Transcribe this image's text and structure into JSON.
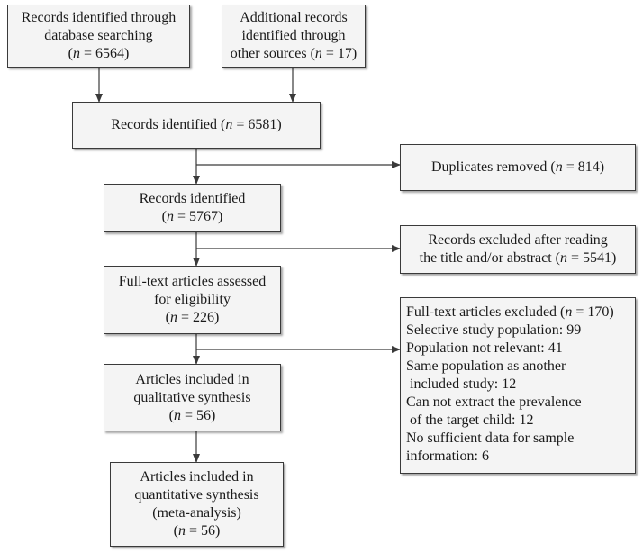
{
  "boxes": {
    "database": {
      "lines": [
        "Records identified through",
        "database searching"
      ],
      "n_prefix": "(",
      "n_var": "n",
      "n_suffix": " = 6564)"
    },
    "other": {
      "lines": [
        "Additional records",
        "identified through"
      ],
      "last_text": "other sources (",
      "n_var": "n",
      "last_suffix": " = 17)"
    },
    "identified1": {
      "text": "Records identified (",
      "n_var": "n",
      "suffix": " = 6581)"
    },
    "duplicates": {
      "text": "Duplicates removed (",
      "n_var": "n",
      "suffix": " = 814)"
    },
    "identified2": {
      "line1": "Records identified",
      "n_prefix": "(",
      "n_var": "n",
      "n_suffix": " = 5767)"
    },
    "excluded_title": {
      "line1": "Records excluded after reading",
      "line2_text": "the title and/or abstract (",
      "n_var": "n",
      "line2_suffix": " = 5541)"
    },
    "fulltext": {
      "lines": [
        "Full-text articles assessed",
        "for eligibility"
      ],
      "n_prefix": "(",
      "n_var": "n",
      "n_suffix": " = 226)"
    },
    "fulltext_excluded": {
      "header_text": "Full-text articles excluded (",
      "n_var": "n",
      "header_suffix": " = 170)",
      "reasons": [
        "Selective study population: 99",
        "Population not relevant: 41",
        "Same population as another",
        " included study: 12",
        "Can not extract the prevalence",
        " of the target child: 12",
        "No sufficient data for sample",
        "information: 6"
      ]
    },
    "qualitative": {
      "lines": [
        "Articles included in",
        "qualitative synthesis"
      ],
      "n_prefix": "(",
      "n_var": "n",
      "n_suffix": " = 56)"
    },
    "quantitative": {
      "lines": [
        "Articles included in",
        "quantitative synthesis",
        "(meta-analysis)"
      ],
      "n_prefix": "(",
      "n_var": "n",
      "n_suffix": " = 56)"
    }
  }
}
